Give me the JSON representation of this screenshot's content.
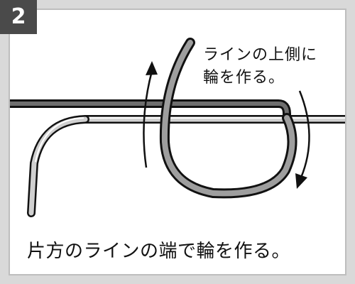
{
  "step": {
    "number": "2"
  },
  "annotation": {
    "line1": "ラインの上側に",
    "line2": "輪を作る。"
  },
  "caption": "片方のラインの端で輪を作る。",
  "colors": {
    "frame": "#d9d9d9",
    "panel": "#ffffff",
    "badge": "#4a4a4a",
    "line_fill": "#9e9e9e",
    "outline": "#111111"
  }
}
